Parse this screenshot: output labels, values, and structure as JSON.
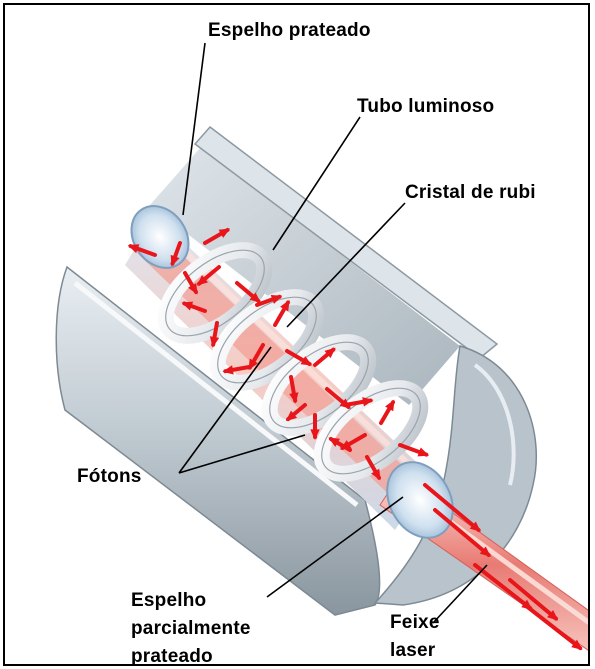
{
  "labels": {
    "silver_mirror": "Espelho prateado",
    "flash_tube": "Tubo luminoso",
    "ruby_crystal": "Cristal de rubi",
    "photons": "Fótons",
    "partial_mirror": [
      "Espelho",
      "parcialmente",
      "prateado"
    ],
    "laser_beam": [
      "Feixe",
      "laser"
    ]
  },
  "colors": {
    "housing_light": "#e9eef2",
    "housing_mid": "#a9b5be",
    "housing_dark": "#7d8a94",
    "crystal_glass": "#cfe0ef",
    "ruby_core": "#f0a39b",
    "ruby_light": "#fde2dc",
    "photon_arrow": "#e8161b",
    "coil": "#eef0f3",
    "leader_line": "#000000"
  },
  "icons": [
    "photon-arrow-icon",
    "coil-ring-icon"
  ]
}
